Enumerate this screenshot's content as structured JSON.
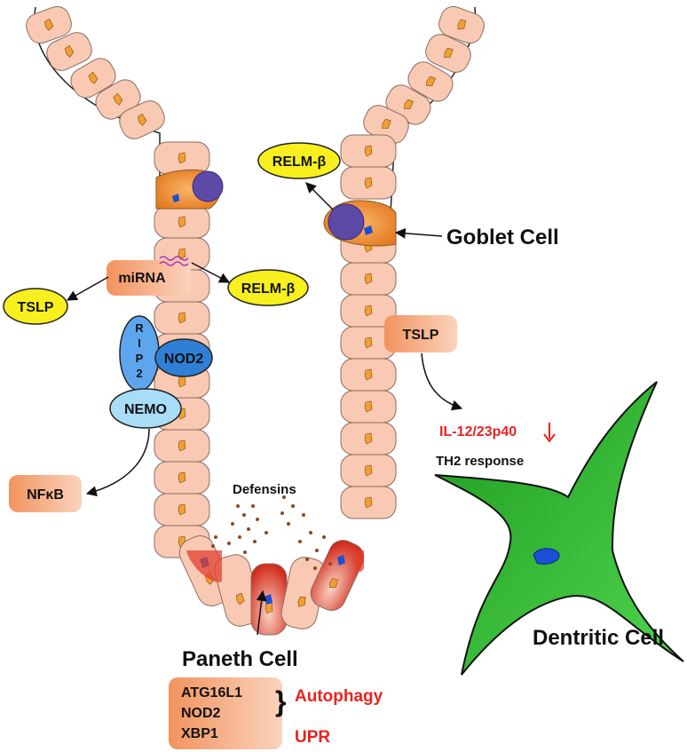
{
  "labels": {
    "goblet_cell": "Goblet Cell",
    "paneth_cell": "Paneth Cell",
    "dendritic_cell": "Dentritic Cell",
    "defensins": "Defensins",
    "relm_beta_top": "RELM-β",
    "relm_beta_mid": "RELM-β",
    "mirna": "miRNA",
    "tslp_left": "TSLP",
    "tslp_right": "TSLP",
    "rip2": [
      "R",
      "I",
      "P",
      "2"
    ],
    "nod2_complex": "NOD2",
    "nemo": "NEMO",
    "nfkb": "NFκB",
    "il12": "IL-12/23p40",
    "th2": "TH2 response",
    "genes": [
      "ATG16L1",
      "NOD2",
      "XBP1"
    ],
    "brace": "}",
    "autophagy": "Autophagy",
    "upr": "UPR"
  },
  "colors": {
    "cell_fill": "#f9c9b3",
    "cell_stroke": "#8a6d62",
    "nucleus": "#f0a030",
    "goblet": "#ee8a2e",
    "goblet_nucleus": "#5d4aa6",
    "paneth_red": "#d93a2a",
    "granule": "#8a4a1f",
    "yellow_ellipse": "#f7ef1e",
    "peach_box": "#f6a479",
    "rip2_blue": "#5da6ee",
    "nod2_blue": "#2f7fd6",
    "nemo_blue": "#a9dcf7",
    "dendritic_green": "#2fb12f",
    "red_text": "#e8231f",
    "mirna_squiggle": "#b12fb8"
  }
}
